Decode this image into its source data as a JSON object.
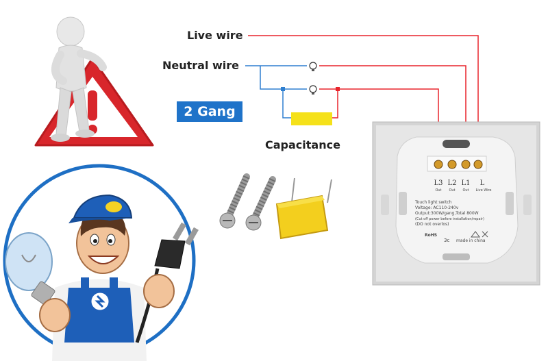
{
  "labels": {
    "live_wire": "Live wire",
    "neutral_wire": "Neutral wire",
    "gang": "2 Gang",
    "capacitance": "Capacitance"
  },
  "switch": {
    "terminals": [
      "L3",
      "L2",
      "L1",
      "L"
    ],
    "terminal_sub": [
      "Out",
      "Out",
      "Out",
      "Live Wire"
    ],
    "spec_lines": [
      "Touch light switch",
      "Voltage: AC110-240v",
      "Output:300W/gang,Total 800W",
      "(Cut off power before installation/repair)",
      "(DO not overlos)"
    ],
    "bottom_marks": [
      "RoHS",
      "3c",
      "made in china"
    ]
  },
  "colors": {
    "live": "#e8242c",
    "neutral": "#2f7fd0",
    "capacitor": "#f5e11a",
    "badge": "#1f73c9",
    "warning": "#d8262b"
  },
  "icons": [
    "warning-figure-icon",
    "electrician-icon",
    "lightbulb-icon",
    "plug-icon",
    "screw-icon",
    "capacitor-icon",
    "wall-switch-icon"
  ]
}
